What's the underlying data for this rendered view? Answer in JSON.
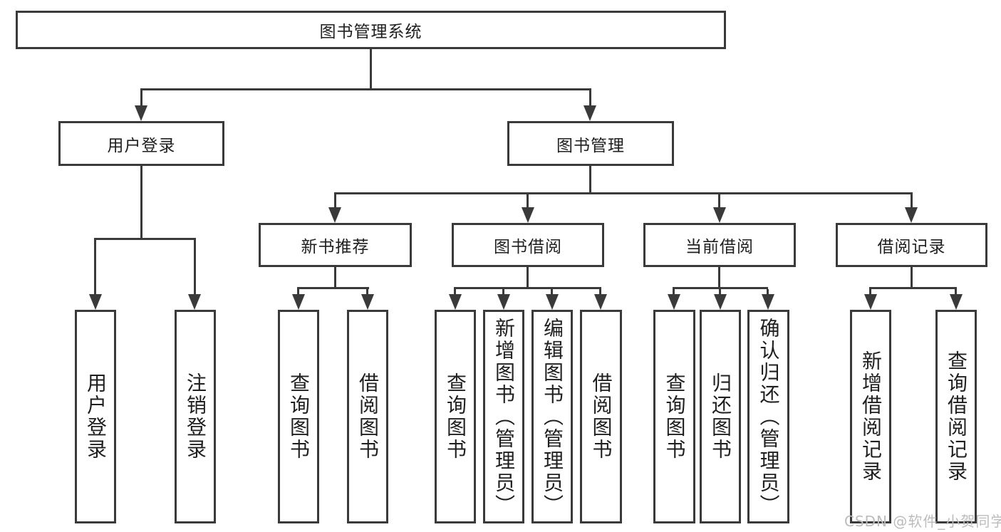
{
  "tree": {
    "root": {
      "label": "图书管理系统",
      "children": [
        {
          "label": "用户登录",
          "children": [
            {
              "label": "用户登录"
            },
            {
              "label": "注销登录"
            }
          ]
        },
        {
          "label": "图书管理",
          "children": [
            {
              "label": "新书推荐",
              "children": [
                {
                  "label": "查询图书"
                },
                {
                  "label": "借阅图书"
                }
              ]
            },
            {
              "label": "图书借阅",
              "children": [
                {
                  "label": "查询图书"
                },
                {
                  "label": "新增图书（管理员）"
                },
                {
                  "label": "编辑图书（管理员）"
                },
                {
                  "label": "借阅图书"
                }
              ]
            },
            {
              "label": "当前借阅",
              "children": [
                {
                  "label": "查询图书"
                },
                {
                  "label": "归还图书"
                },
                {
                  "label": "确认归还（管理员）"
                }
              ]
            },
            {
              "label": "借阅记录",
              "children": [
                {
                  "label": "新增借阅记录"
                },
                {
                  "label": "查询借阅记录"
                }
              ]
            }
          ]
        }
      ]
    }
  },
  "watermark": {
    "text": "CSDN @软件_小贺同学"
  },
  "colors": {
    "line": "#3a3a3a",
    "text": "#1f1f1f",
    "watermark": "#bcbcbc",
    "background": "#ffffff"
  }
}
